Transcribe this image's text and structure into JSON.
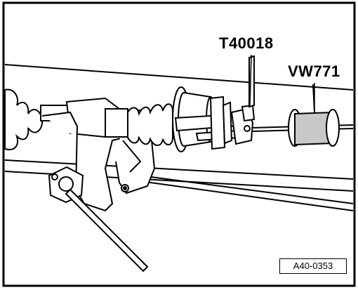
{
  "callouts": {
    "tool_t40018": "T40018",
    "tool_vw771": "VW771"
  },
  "figure_id": "A40-0353",
  "colors": {
    "line": "#000000",
    "paper": "#ffffff",
    "shade": "#c8c8c8"
  }
}
